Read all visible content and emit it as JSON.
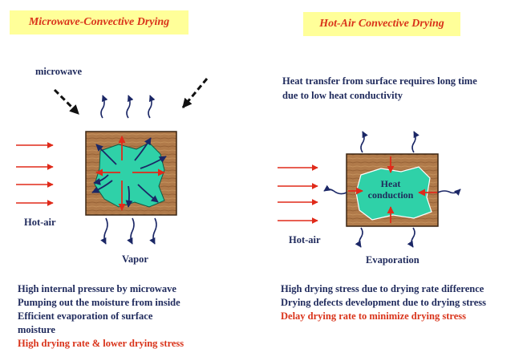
{
  "left": {
    "title": "Microwave-Convective Drying",
    "microwave_label": "microwave",
    "hotair_label": "Hot-air",
    "vapor_label": "Vapor",
    "notes": [
      "High internal pressure by microwave",
      "Pumping out the moisture from inside",
      "Efficient evaporation of surface moisture",
      "High drying rate & lower drying stress"
    ]
  },
  "right": {
    "title": "Hot-Air Convective Drying",
    "heat_note_line1": "Heat transfer from surface requires long time",
    "heat_note_line2": "due to low heat conductivity",
    "heat_conduction_line1": "Heat",
    "heat_conduction_line2": "conduction",
    "hotair_label": "Hot-air",
    "evaporation_label": "Evaporation",
    "notes": [
      "High drying stress due to drying rate difference",
      "Drying defects development due to drying stress",
      "Delay drying rate to minimize drying stress"
    ]
  },
  "colors": {
    "title_bg": "#ffff99",
    "title_text": "#d9331a",
    "text": "#1f2a5c",
    "highlight": "#d9331a",
    "wood": "#b07a4a",
    "moisture": "#2fd1a8",
    "arrow_red": "#e02a1a",
    "arrow_navy": "#1b2766"
  }
}
